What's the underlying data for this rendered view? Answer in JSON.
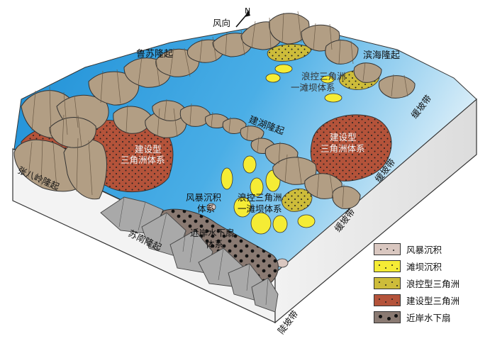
{
  "north_arrow": {
    "wind_label": "风向",
    "north_letter": "N"
  },
  "uplifts": {
    "lusu": "鲁苏隆起",
    "binhai": "滨海隆起",
    "jianhu": "建湖隆起",
    "zhangbaling": "张八岭隆起",
    "sunan": "苏南隆起"
  },
  "systems": {
    "wave_delta_upper": [
      "浪控三角洲",
      "一滩坝体系"
    ],
    "wave_delta_lower": [
      "浪控三角洲",
      "一滩坝体系"
    ],
    "constructive_left": [
      "建设型",
      "三角洲体系"
    ],
    "constructive_right": [
      "建设型",
      "三角洲体系"
    ],
    "storm": [
      "风暴沉积",
      "体系"
    ],
    "fan": [
      "近岸水下扇",
      "体系"
    ]
  },
  "slopes": {
    "gentle_1": "缓坡带",
    "gentle_2": "缓坡带",
    "gentle_3": "缓坡带",
    "steep": "陡坡带"
  },
  "legend": [
    {
      "id": "storm",
      "label": "风暴沉积",
      "color": "#d9c7c0"
    },
    {
      "id": "bar",
      "label": "滩坝沉积",
      "color": "#f5ec35"
    },
    {
      "id": "wave",
      "label": "浪控型三角洲",
      "color": "#cdbc3a"
    },
    {
      "id": "constructive",
      "label": "建设型三角洲",
      "color": "#b4533a"
    },
    {
      "id": "fan",
      "label": "近岸水下扇",
      "color": "#8a7a72"
    }
  ]
}
